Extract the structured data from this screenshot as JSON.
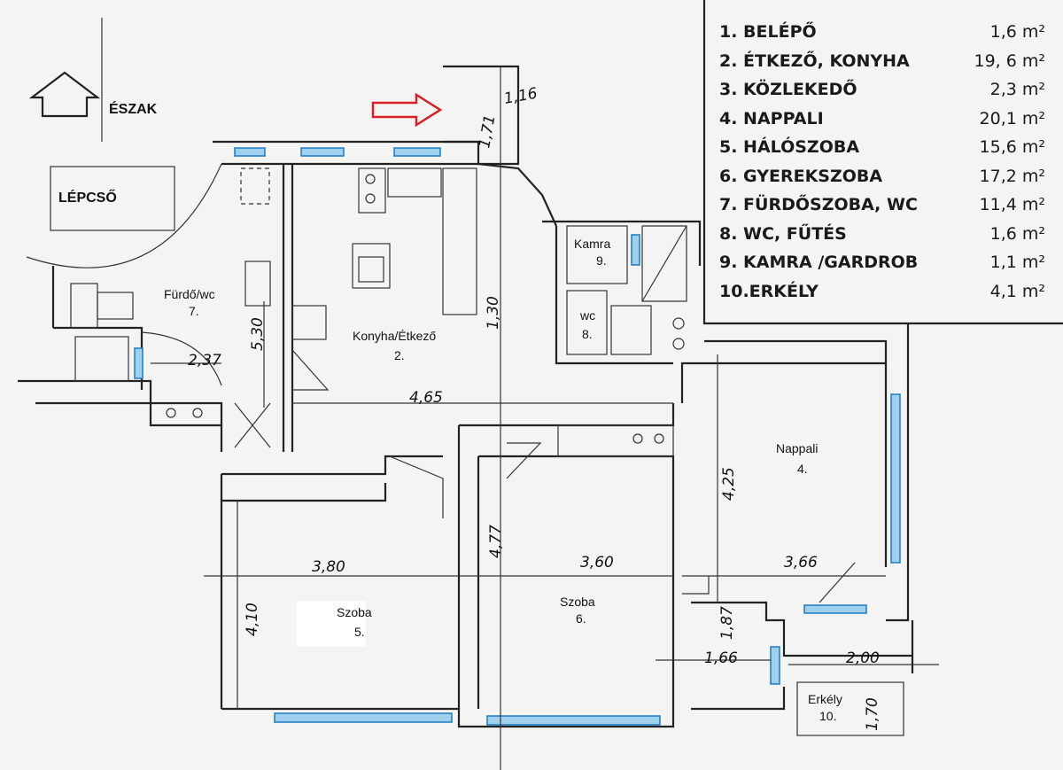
{
  "north": {
    "label": "ÉSZAK"
  },
  "stair": {
    "label": "LÉPCSŐ"
  },
  "legend": [
    {
      "name": "1.  BELÉPŐ",
      "area": "1,6 m²"
    },
    {
      "name": "2.  ÉTKEZŐ, KONYHA",
      "area": "19, 6 m²"
    },
    {
      "name": "3.  KÖZLEKEDŐ",
      "area": "2,3 m²"
    },
    {
      "name": "4.  NAPPALI",
      "area": "20,1 m²"
    },
    {
      "name": "5.  HÁLÓSZOBA",
      "area": "15,6 m²"
    },
    {
      "name": "6.  GYEREKSZOBA",
      "area": "17,2 m²"
    },
    {
      "name": "7.  FÜRDŐSZOBA, WC",
      "area": "11,4 m²"
    },
    {
      "name": "8.  WC, FŰTÉS",
      "area": "1,6 m²"
    },
    {
      "name": "9.  KAMRA /GARDROB",
      "area": "1,1 m²"
    },
    {
      "name": "10.ERKÉLY",
      "area": "4,1 m²"
    }
  ],
  "rooms": {
    "furdo": {
      "name": "Fürdő/wc",
      "num": "7."
    },
    "konyha": {
      "name": "Konyha/Étkező",
      "num": "2."
    },
    "kamra": {
      "name": "Kamra",
      "num": "9."
    },
    "wc": {
      "name": "wc",
      "num": "8."
    },
    "nappali": {
      "name": "Nappali",
      "num": "4."
    },
    "szoba5": {
      "name": "Szoba",
      "num": "5."
    },
    "szoba6": {
      "name": "Szoba",
      "num": "6."
    },
    "erkely": {
      "name": "Erkély",
      "num": "10."
    }
  },
  "dimensions": {
    "d1": "1,16",
    "d2": "1,71",
    "d3": "1,30",
    "d4": "5,30",
    "d5": "2,37",
    "d6": "4,65",
    "d7": "4,25",
    "d8": "4,77",
    "d9": "3,80",
    "d10": "3,60",
    "d11": "3,66",
    "d12": "4,10",
    "d13": "1,87",
    "d14": "1,66",
    "d15": "2,00",
    "d16": "1,70"
  },
  "colors": {
    "entry_arrow": "#d81f26",
    "window": "#9fd0ee"
  }
}
